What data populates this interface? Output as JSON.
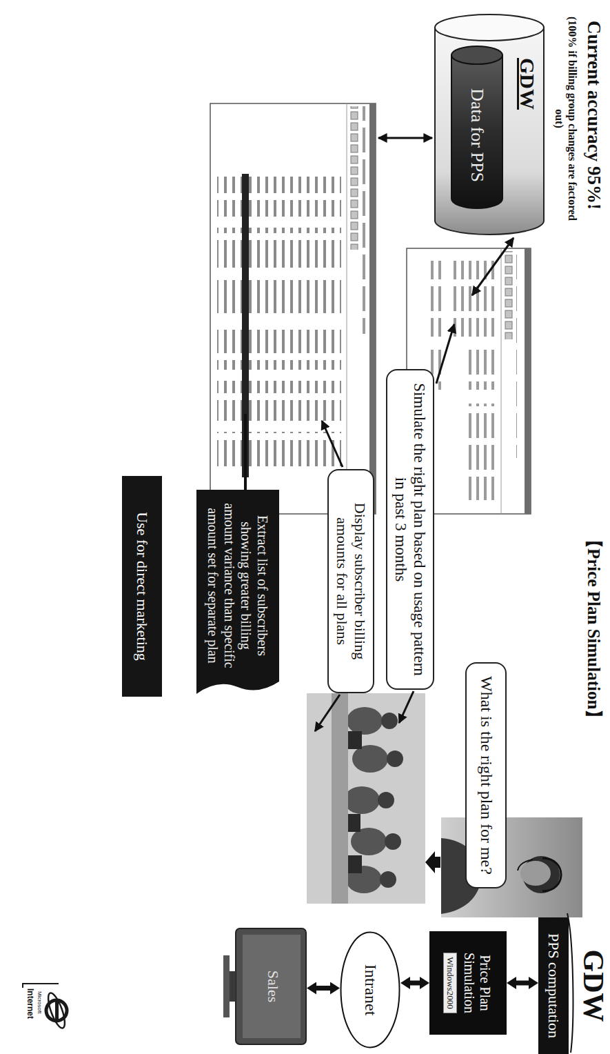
{
  "diagram": {
    "title": "【Price Plan Simulation】",
    "nodes": [
      {
        "text": [
          "GDW"
        ]
      },
      {
        "text": [
          "Data for PPS"
        ],
        "in": 0
      },
      {
        "text": [
          "What is the right plan for me?"
        ]
      },
      {
        "text": [
          "Simulate the right plan based on usage pattern in past 3 months"
        ]
      },
      {
        "text": [
          "Display subscriber billing amounts for all plans"
        ]
      },
      {
        "text": [
          "Extract list of subscribers showing greater billing amount variance than specific amount set for separate plan"
        ]
      },
      {
        "text": [
          "Use for direct marketing"
        ]
      },
      {
        "text": [
          "GDW"
        ]
      },
      {
        "text": [
          "PPS computation"
        ],
        "in": 7
      },
      {
        "text": [
          "Price Plan Simulation",
          "Windows2000"
        ]
      },
      {
        "text": [
          "Intranet"
        ]
      },
      {
        "text": [
          "Sales"
        ]
      }
    ],
    "edges": [
      {
        "from": 8,
        "to": 9,
        "arrow": "both"
      },
      {
        "from": 9,
        "to": 10,
        "arrow": "both"
      },
      {
        "from": 10,
        "to": 11,
        "arrow": "both"
      }
    ],
    "labels": [
      "Current accuracy 95%!",
      "(100% if billing group changes are factored out)",
      "Microsoft",
      "Internet"
    ]
  }
}
